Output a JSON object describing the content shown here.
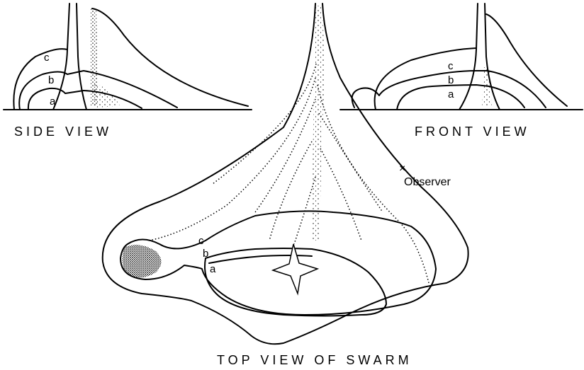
{
  "side_view": {
    "title": "SIDE VIEW",
    "labels": [
      "c",
      "b",
      "a"
    ]
  },
  "front_view": {
    "title": "FRONT VIEW",
    "labels": [
      "c",
      "b",
      "a"
    ]
  },
  "top_view": {
    "title": "TOP VIEW OF SWARM",
    "labels": [
      "c",
      "b",
      "a"
    ]
  },
  "observer": {
    "marker": "×",
    "label": "Observer"
  },
  "colors": {
    "ink": "#000000",
    "paper": "#ffffff"
  }
}
